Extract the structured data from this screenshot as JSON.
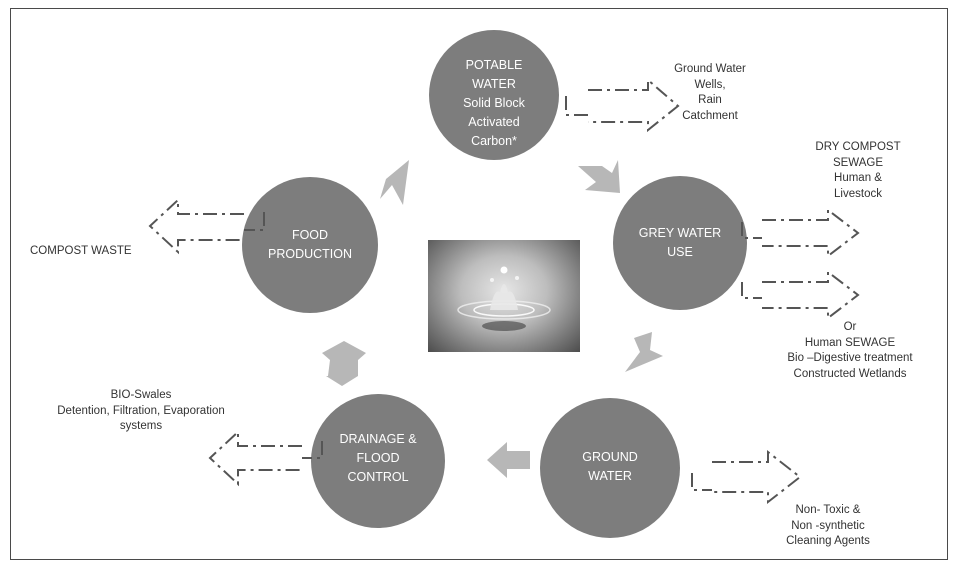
{
  "nodes": {
    "potable_water": [
      "POTABLE",
      "WATER",
      "Solid Block",
      "Activated",
      "Carbon*"
    ],
    "grey_water": [
      "GREY WATER",
      "USE"
    ],
    "ground_water": [
      "GROUND",
      "WATER"
    ],
    "drainage": [
      "DRAINAGE &",
      "FLOOD",
      "CONTROL"
    ],
    "food": [
      "FOOD",
      "PRODUCTION"
    ]
  },
  "labels": {
    "potable_sources": [
      "Ground Water",
      "Wells,",
      "Rain",
      "Catchment"
    ],
    "dry_compost": [
      "DRY COMPOST",
      "SEWAGE",
      "Human &",
      "Livestock"
    ],
    "human_sewage": [
      "Or",
      "Human SEWAGE",
      "Bio –Digestive treatment",
      "Constructed Wetlands"
    ],
    "cleaning_agents": [
      "Non- Toxic &",
      "Non -synthetic",
      "Cleaning Agents"
    ],
    "bio_swales": [
      "BIO-Swales",
      "Detention, Filtration, Evaporation",
      "systems"
    ],
    "compost_waste": "COMPOST WASTE"
  },
  "center_image": "water-splash-photo",
  "colors": {
    "circle": "#7d7d7d",
    "arrow_fill": "#b7b7b7",
    "dash_arrow": "#555555",
    "text_light": "#ffffff",
    "text_dark": "#333333"
  }
}
